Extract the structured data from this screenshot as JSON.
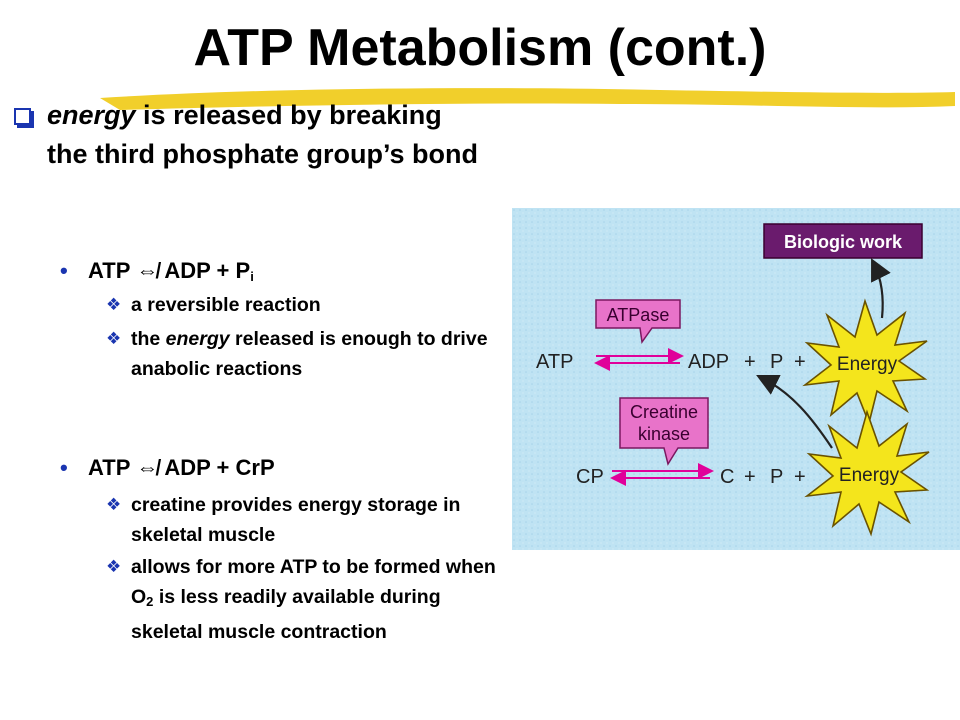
{
  "title": "ATP Metabolism (cont.)",
  "bullet1": {
    "em": "energy",
    "rest": " is released by breaking the third phosphate group’s bond"
  },
  "sub1": {
    "atp": "ATP",
    "arrow": "⇎",
    "rhs": "ADP + P",
    "sub": "i",
    "items": [
      {
        "text": "a reversible reaction"
      },
      {
        "pre": "the ",
        "em": "energy",
        "post": " released is enough to drive anabolic reactions"
      }
    ]
  },
  "sub2": {
    "atp": "ATP",
    "arrow": "⇎",
    "rhs": "ADP + CrP",
    "items": [
      {
        "text": "creatine provides energy storage in skeletal muscle"
      },
      {
        "pre": "allows for more ATP to be formed when O",
        "sub": "2",
        "post": " is less readily available during skeletal muscle contraction"
      }
    ]
  },
  "diagram": {
    "biologic_work": "Biologic work",
    "atpase": "ATPase",
    "creatine": "Creatine",
    "kinase": "kinase",
    "row1": {
      "left": "ATP",
      "mid": "ADP",
      "plus1": "+",
      "p": "P",
      "plus2": "+"
    },
    "row2": {
      "left": "CP",
      "mid": "C",
      "plus1": "+",
      "p": "P",
      "plus2": "+"
    },
    "energy": "Energy",
    "colors": {
      "bg": "#bfe3f3",
      "box": "#e873c9",
      "burst": "#f4e51c",
      "arrow": "#e0009a",
      "work_box": "#6a1b6d"
    }
  }
}
